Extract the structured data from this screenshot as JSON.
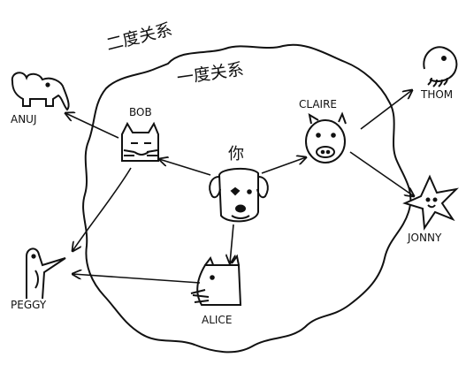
{
  "labels": {
    "degree_two": "二度关系",
    "degree_one": "一度关系",
    "you": "你",
    "bob": "BOB",
    "claire": "CLAIRE",
    "alice": "ALICE",
    "anuj": "ANUJ",
    "thom": "THOM",
    "jonny": "JONNY",
    "peggy": "PEGGY"
  },
  "icons": {
    "you": "dog-icon",
    "bob": "cat-icon",
    "claire": "pig-icon",
    "alice": "rat-icon",
    "anuj": "elephant-icon",
    "thom": "snake-icon",
    "jonny": "starfish-icon",
    "peggy": "bird-icon"
  },
  "colors": {
    "ink": "#111111",
    "background": "#ffffff"
  }
}
